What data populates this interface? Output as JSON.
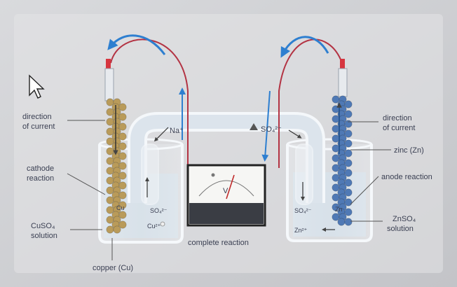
{
  "labels": {
    "direction_left": [
      "direction",
      "of current"
    ],
    "direction_right": [
      "direction",
      "of current"
    ],
    "cathode_reaction": [
      "cathode",
      "reaction"
    ],
    "cuso4_solution": [
      "CuSO₄",
      "solution"
    ],
    "copper": "copper (Cu)",
    "zinc": "zinc (Zn)",
    "anode_reaction": "anode reaction",
    "znso4_solution": [
      "ZnSO₄",
      "solution"
    ],
    "complete_reaction": "complete reaction",
    "na_ion": "Na⁺",
    "so4_bridge": "SO₄²⁻",
    "so4_left": "SO₄²⁻",
    "cu_ion": "Cu²⁺",
    "so4_right": "SO₄²⁻",
    "zn_ion": "Zn²⁺",
    "zn_electrode": "Zn",
    "cu_electrode": "Cu",
    "voltmeter_v": "V"
  },
  "colors": {
    "background": "#cfd0d3",
    "wire": "#b33343",
    "arrow_blue": "#2e7fd0",
    "copper_beads": "#b99b5a",
    "zinc_beads": "#4f79b5",
    "glass": "#e9eef3",
    "solution": "#d3e0ea",
    "text": "#3a3f52"
  }
}
